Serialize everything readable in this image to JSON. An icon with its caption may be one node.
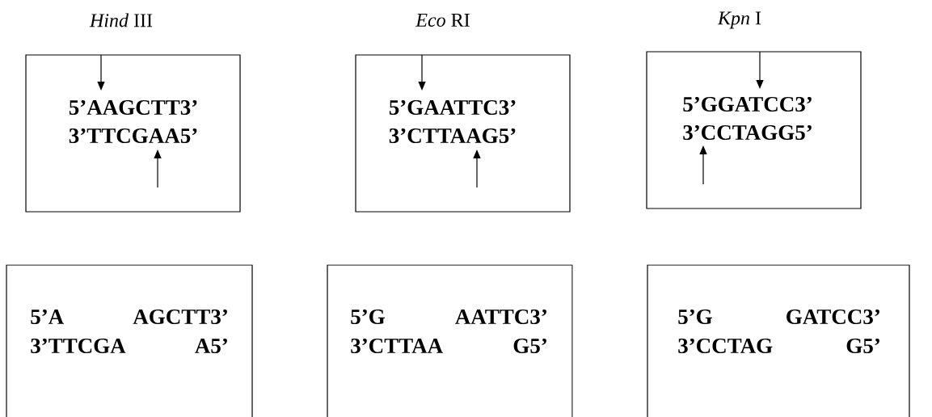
{
  "diagram": {
    "nodes": [
      {
        "text": [
          "*Hind* III",
          "5’AAGCTT3’",
          "3’TTCGAA5’"
        ]
      },
      {
        "text": [
          "*Eco* RI",
          "5’GAATTC3’",
          "3’CTTAAG5’"
        ]
      },
      {
        "text": [
          "*Kpn* I",
          "5’GGATCC3’",
          "3’CCTAGG5’"
        ]
      },
      {
        "text": [
          "5’A",
          "AGCTT3’",
          "3’TTCGA",
          "A5’"
        ]
      },
      {
        "text": [
          "5’G",
          "AATTC3’",
          "3’CTTAA",
          "G5’"
        ]
      },
      {
        "text": [
          "5’G",
          "GATCC3’",
          "3’CCTAG",
          "G5’"
        ]
      }
    ]
  }
}
